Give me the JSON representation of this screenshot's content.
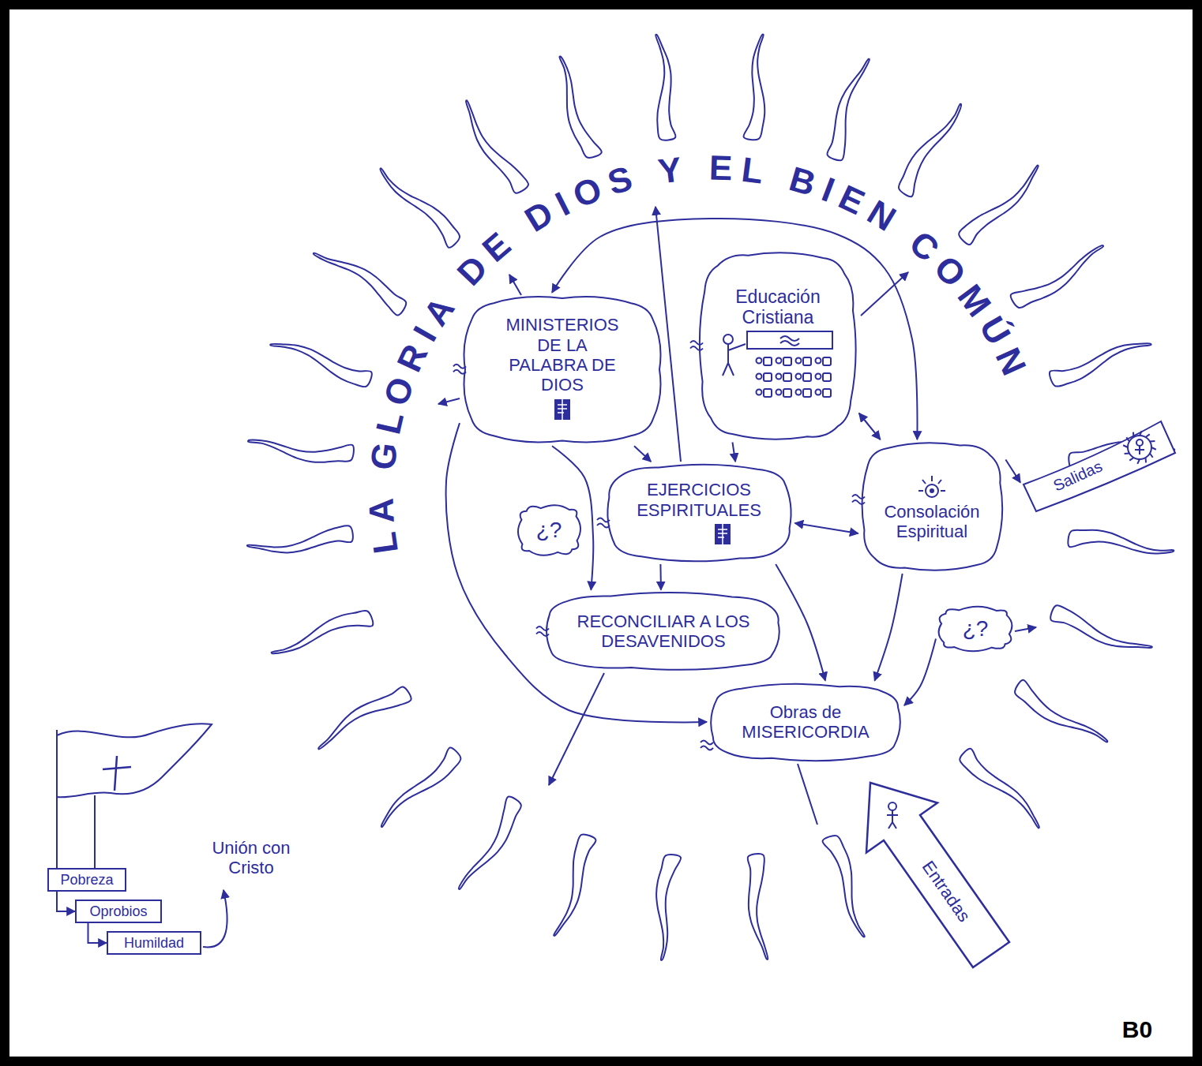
{
  "diagram": {
    "title": "LA GLORIA DE DIOS Y EL BIEN COMÚN",
    "nodes": [
      {
        "text": [
          "MINISTERIOS DE LA PALABRA DE DIOS"
        ]
      },
      {
        "text": [
          "Educación Cristiana"
        ]
      },
      {
        "text": [
          "EJERCICIOS ESPIRITUALES"
        ]
      },
      {
        "text": [
          "Consolación Espiritual"
        ]
      },
      {
        "text": [
          "¿?"
        ]
      },
      {
        "text": [
          "Salidas"
        ]
      },
      {
        "text": [
          "RECONCILIAR A LOS DESAVENIDOS"
        ]
      },
      {
        "text": [
          "¿?"
        ]
      },
      {
        "text": [
          "Obras de MISERICORDIA"
        ]
      },
      {
        "text": [
          "Entradas"
        ]
      },
      {
        "text": [
          "Pobreza"
        ]
      },
      {
        "text": [
          "Oprobios"
        ]
      },
      {
        "text": [
          "Humildad"
        ]
      }
    ],
    "edges": [
      {
        "from": 0,
        "to": 3,
        "arrow": "both"
      },
      {
        "from": 0,
        "to": 2,
        "arrow": "to"
      },
      {
        "from": 0,
        "to": 6,
        "arrow": "to"
      },
      {
        "from": 0,
        "to": 8,
        "arrow": "to"
      },
      {
        "from": 1,
        "to": 2,
        "arrow": "to"
      },
      {
        "from": 1,
        "to": 3,
        "arrow": "both"
      },
      {
        "from": 2,
        "to": 3,
        "arrow": "both"
      },
      {
        "from": 2,
        "to": 6,
        "arrow": "to"
      },
      {
        "from": 2,
        "to": 8,
        "arrow": "to"
      },
      {
        "from": 3,
        "to": 8,
        "arrow": "to"
      },
      {
        "from": 7,
        "to": 8,
        "arrow": "to"
      },
      {
        "from": 3,
        "to": 5,
        "arrow": "to"
      },
      {
        "from": 10,
        "to": 11,
        "arrow": "to"
      },
      {
        "from": 11,
        "to": 12,
        "arrow": "to"
      }
    ],
    "labels": [
      "Unión con Cristo",
      "B0"
    ]
  }
}
